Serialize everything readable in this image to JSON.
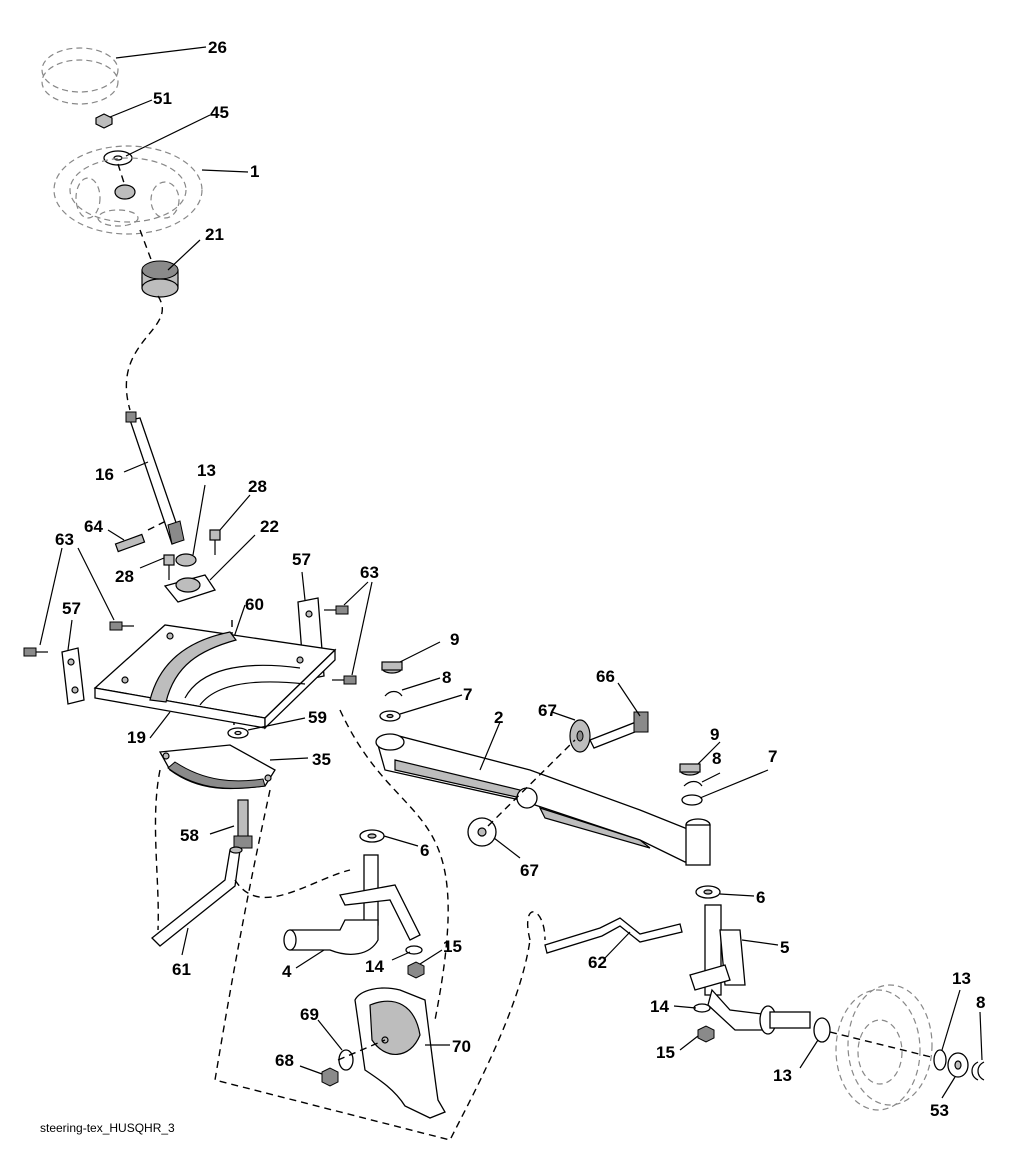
{
  "diagram": {
    "caption": "steering-tex_HUSQHR_3",
    "labels": [
      "26",
      "51",
      "45",
      "1",
      "21",
      "16",
      "13",
      "28",
      "64",
      "28",
      "22",
      "63",
      "57",
      "60",
      "57",
      "63",
      "19",
      "59",
      "35",
      "58",
      "61",
      "9",
      "8",
      "7",
      "2",
      "67",
      "66",
      "9",
      "8",
      "7",
      "6",
      "67",
      "6",
      "4",
      "14",
      "15",
      "62",
      "5",
      "69",
      "70",
      "68",
      "14",
      "15",
      "13",
      "13",
      "53",
      "8"
    ]
  }
}
